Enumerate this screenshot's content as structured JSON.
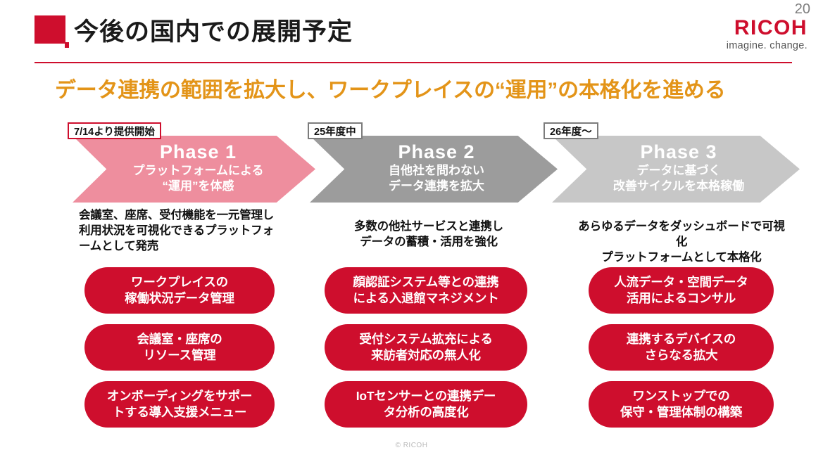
{
  "header": {
    "title": "今後の国内での展開予定",
    "page_number": "20",
    "logo": {
      "wordmark": "RICOH",
      "tagline": "imagine. change."
    },
    "accent_color": "#CE0E2D",
    "marker_icon": "red-square-marker-icon"
  },
  "subtitle": {
    "text": "データ連携の範囲を拡大し、ワークプレイスの“運用”の本格化を進める",
    "color": "#E39418"
  },
  "phases": [
    {
      "badge": "7/14より提供開始",
      "badge_border_color": "#CE0E2D",
      "title": "Phase 1",
      "subtitle_line1": "プラットフォームによる",
      "subtitle_line2": "“運用”を体感",
      "arrow_color": "#EE8E9E",
      "description": "会議室、座席、受付機能を一元管理し利用状況を可視化できるプラットフォームとして発売",
      "items": [
        {
          "line1": "ワークプレイスの",
          "line2": "稼働状況データ管理"
        },
        {
          "line1": "会議室・座席の",
          "line2": "リソース管理"
        },
        {
          "line1": "オンボーディングをサポー",
          "line2": "トする導入支援メニュー"
        }
      ]
    },
    {
      "badge": "25年度中",
      "badge_border_color": "#7C7C7C",
      "title": "Phase 2",
      "subtitle_line1": "自他社を問わない",
      "subtitle_line2": "データ連携を拡大",
      "arrow_color": "#9C9C9C",
      "description_line1": "多数の他社サービスと連携し",
      "description_line2": "データの蓄積・活用を強化",
      "items": [
        {
          "line1": "顔認証システム等との連携",
          "line2": "による入退館マネジメント"
        },
        {
          "line1": "受付システム拡充による",
          "line2": "来訪者対応の無人化"
        },
        {
          "line1": "IoTセンサーとの連携デー",
          "line2": "タ分析の高度化"
        }
      ]
    },
    {
      "badge": "26年度〜",
      "badge_border_color": "#7C7C7C",
      "title": "Phase 3",
      "subtitle_line1": "データに基づく",
      "subtitle_line2": "改善サイクルを本格稼働",
      "arrow_color": "#C7C7C7",
      "description_line1": "あらゆるデータをダッシュボードで可視化",
      "description_line2": "プラットフォームとして本格化",
      "items": [
        {
          "line1": "人流データ・空間データ",
          "line2": "活用によるコンサル"
        },
        {
          "line1": "連携するデバイスの",
          "line2": "さらなる拡大"
        },
        {
          "line1": "ワンストップでの",
          "line2": "保守・管理体制の構築"
        }
      ]
    }
  ],
  "pill_color": "#CE0E2D",
  "footer": {
    "copyright": "© RICOH"
  }
}
